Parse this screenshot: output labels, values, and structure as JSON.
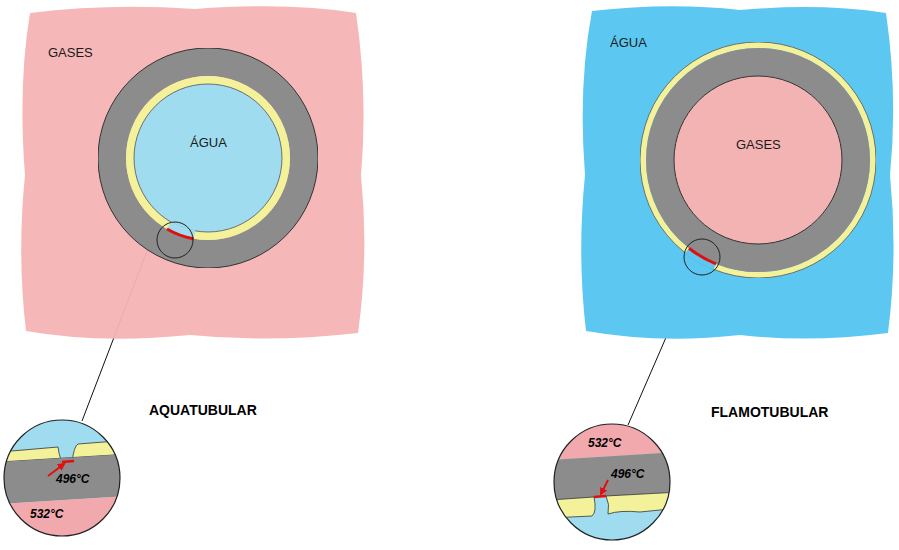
{
  "diagram": {
    "nodes": [
      {
        "text": [
          "GASES"
        ]
      },
      {
        "text": [
          "ÁGUA"
        ],
        "in": 0
      },
      {
        "text": [
          "ÁGUA"
        ]
      },
      {
        "text": [
          "GASES"
        ],
        "in": 2
      }
    ],
    "labels": [
      "AQUATUBULAR",
      "496°C",
      "532°C",
      "FLAMOTUBULAR",
      "532°C",
      "496°C"
    ]
  }
}
